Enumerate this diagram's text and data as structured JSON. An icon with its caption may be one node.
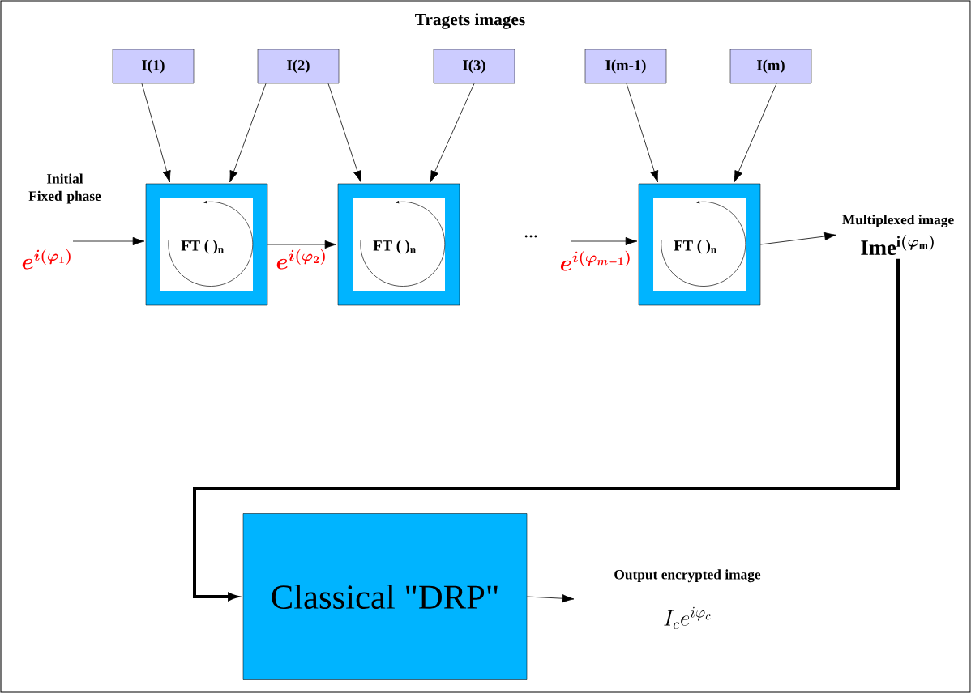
{
  "diagram": {
    "title": "Tragets images",
    "nodes": [
      {
        "text": [
          "I(1)"
        ]
      },
      {
        "text": [
          "I(2)"
        ]
      },
      {
        "text": [
          "I(3)"
        ]
      },
      {
        "text": [
          "I(m-1)"
        ]
      },
      {
        "text": [
          "I(m)"
        ]
      },
      {
        "text": [
          "FT ( )$_{n}$"
        ]
      },
      {
        "text": [
          "FT ( )$_{n}$"
        ]
      },
      {
        "text": [
          "FT ( )$_{n}$"
        ]
      },
      {
        "text": [
          "Multiplexed image",
          "\\mathrm{Ime}^{\\mathrm{i}(\\varphi_{\\mathrm{m}})}"
        ]
      },
      {
        "text": [
          "Classical \"DRP\""
        ]
      },
      {
        "text": [
          "Output encrypted image",
          "I_{c}e^{i\\varphi_{c}}"
        ]
      }
    ],
    "edges": [
      {
        "from": null,
        "to": 5,
        "arrow": "to"
      },
      {
        "from": 0,
        "to": 5,
        "arrow": "to"
      },
      {
        "from": 1,
        "to": 5,
        "arrow": "to"
      },
      {
        "from": 1,
        "to": 6,
        "arrow": "to"
      },
      {
        "from": 2,
        "to": 6,
        "arrow": "to"
      },
      {
        "from": 5,
        "to": 6,
        "arrow": "to"
      },
      {
        "from": null,
        "to": 7,
        "arrow": "to"
      },
      {
        "from": 3,
        "to": 7,
        "arrow": "to"
      },
      {
        "from": 4,
        "to": 7,
        "arrow": "to"
      },
      {
        "from": 7,
        "to": 8,
        "arrow": "to"
      },
      {
        "from": 8,
        "to": 9,
        "arrow": "to",
        "style": "thick"
      },
      {
        "from": 9,
        "to": 10,
        "arrow": "to"
      }
    ],
    "labels": [
      "Initial Fixed phase",
      "e^{i(\\varphi_{1})}",
      "e^{i(\\varphi_{2})}",
      "…",
      "e^{i(\\varphi_{m-1})}"
    ]
  }
}
